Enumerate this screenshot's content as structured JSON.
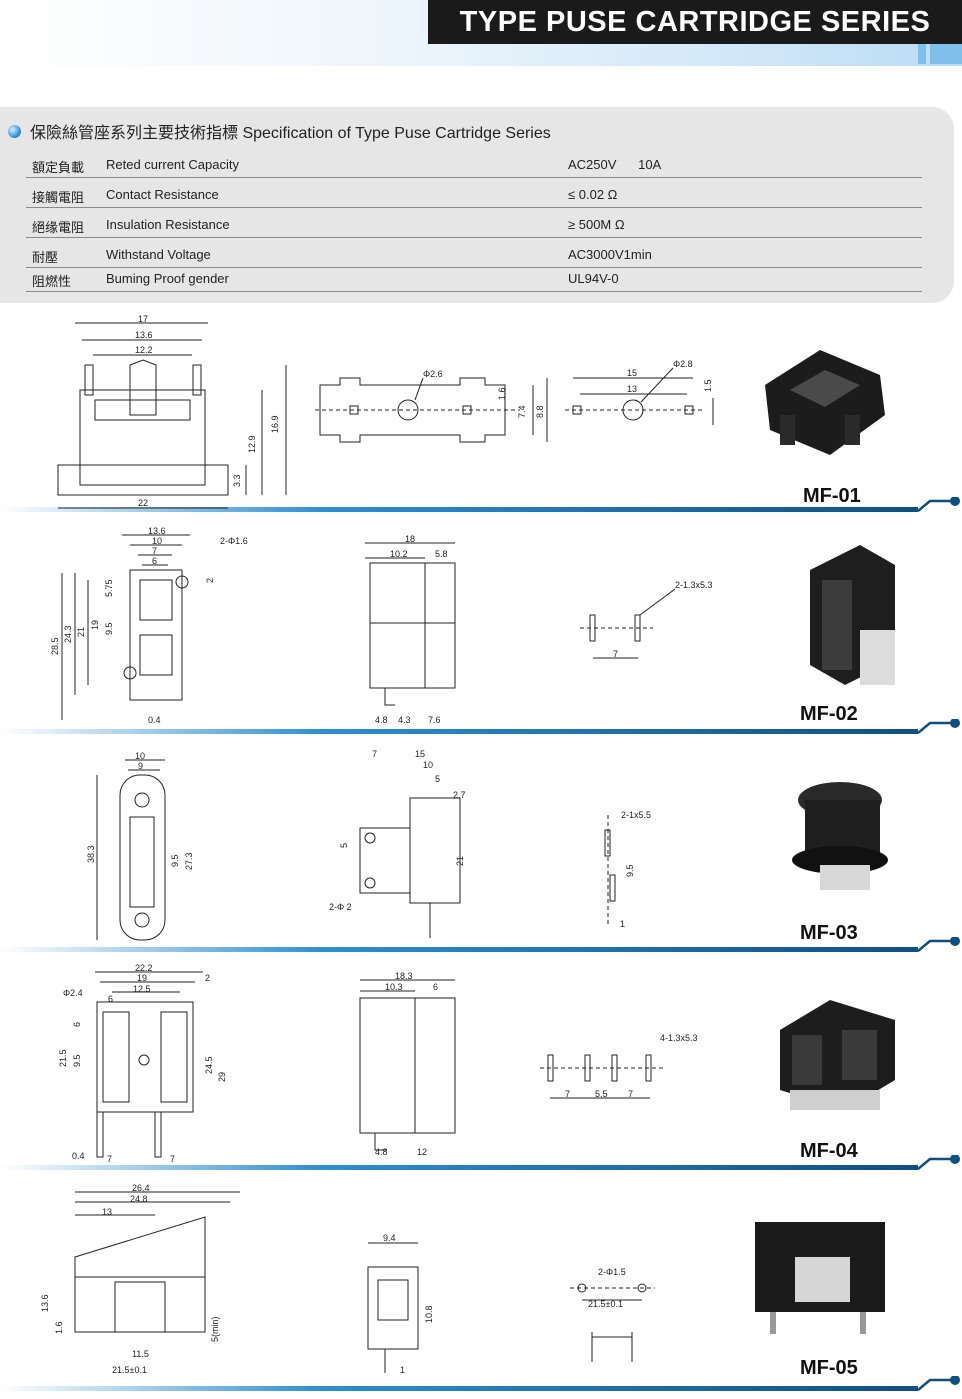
{
  "title": "TYPE PUSE CARTRIDGE SERIES",
  "spec": {
    "heading": "保險絲管座系列主要技術指標  Specification of Type Puse Cartridge Series",
    "rows": [
      {
        "zh": "額定負載",
        "en": "Reted current Capacity",
        "value": "AC250V      10A"
      },
      {
        "zh": "接觸電阻",
        "en": "Contact Resistance",
        "value": "≤ 0.02 Ω"
      },
      {
        "zh": "絕缘電阻",
        "en": "Insulation Resistance",
        "value": "≥ 500M Ω"
      },
      {
        "zh": "耐壓",
        "en": "Withstand Voltage",
        "value": "AC3000V1min"
      },
      {
        "zh": "阻燃性",
        "en": "Buming Proof gender",
        "value": "UL94V-0"
      }
    ]
  },
  "models": [
    "MF-01",
    "MF-02",
    "MF-03",
    "MF-04",
    "MF-05"
  ],
  "dims": {
    "mf01": {
      "d17": "17",
      "d136": "13.6",
      "d122": "12.2",
      "d22": "22",
      "d169": "16.9",
      "d129": "12.9",
      "d33": "3.3",
      "phi26": "Φ2.6",
      "d16": "1.6",
      "d74": "7.4",
      "d88": "8.8",
      "d15": "15",
      "d13": "13",
      "phi28": "Φ2.8",
      "d15b": "1.5"
    },
    "mf02": {
      "d136": "13.6",
      "d10": "10",
      "d7": "7",
      "d6": "6",
      "phi": "2-Φ1.6",
      "d2": "2",
      "d285": "28.5",
      "d243": "24.3",
      "d21": "21",
      "d19": "19",
      "d95": "9.5",
      "d575": "5.75",
      "d04": "0.4",
      "d18": "18",
      "d102": "10.2",
      "d58": "5.8",
      "d48": "4.8",
      "d43": "4.3",
      "d76": "7.6",
      "slot": "2-1.3x5.3",
      "d7b": "7"
    },
    "mf03": {
      "d10": "10",
      "d9": "9",
      "d383": "38.3",
      "d95": "9.5",
      "d273": "27.3",
      "d7": "7",
      "d15": "15",
      "d10b": "10",
      "d5": "5",
      "d27": "2.7",
      "d5b": "5",
      "d21": "21",
      "phi": "2-Φ 2",
      "slot": "2-1x5.5",
      "d95b": "9.5",
      "d1": "1"
    },
    "mf04": {
      "d222": "22.2",
      "d19": "19",
      "d125": "12.5",
      "d2": "2",
      "phi": "Φ2.4",
      "d6": "6",
      "d6b": "6",
      "d215": "21.5",
      "d95": "9.5",
      "d245": "24.5",
      "d29": "29",
      "d04": "0.4",
      "d7": "7",
      "d7b": "7",
      "d183": "18.3",
      "d103": "10.3",
      "d6c": "6",
      "d48": "4.8",
      "d12": "12",
      "slot": "4-1.3x5.3",
      "p7": "7",
      "p55": "5.5",
      "p7b": "7"
    },
    "mf05": {
      "d264": "26.4",
      "d248": "24.8",
      "d13": "13",
      "d136": "13.6",
      "d16": "1.6",
      "d115": "11.5",
      "d215": "21.5±0.1",
      "d5": "5(min)",
      "d94": "9.4",
      "d108": "10.8",
      "d1": "1",
      "phi": "2-Φ1.5",
      "d215b": "21.5±0.1"
    }
  }
}
